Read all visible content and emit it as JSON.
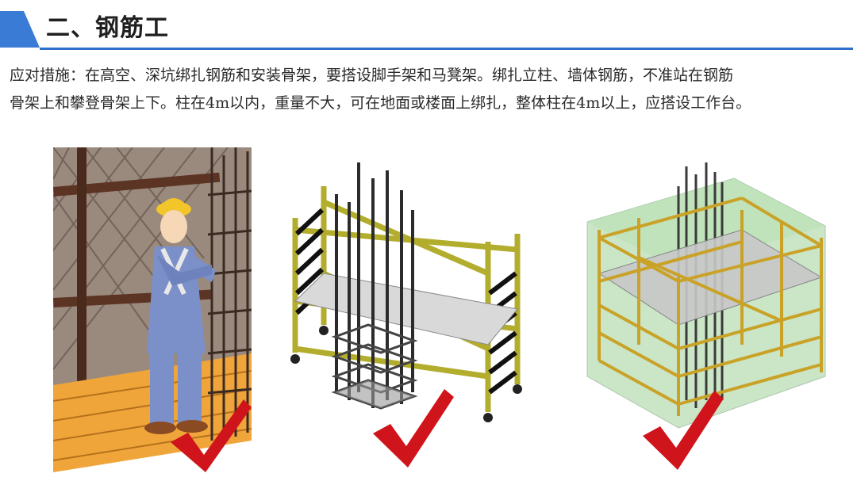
{
  "header": {
    "title": "二、钢筋工",
    "accent_color": "#2e6fc9"
  },
  "body": {
    "line1": "应对措施：在高空、深坑绑扎钢筋和安装骨架，要搭设脚手架和马凳架。绑扎立柱、墙体钢筋，不准站在钢筋",
    "line2": "骨架上和攀登骨架上下。柱在4m以内，重量不大，可在地面或楼面上绑扎，整体柱在4m以上，应搭设工作台。"
  },
  "figures": [
    {
      "icon": "worker-tying-rebar-illustration",
      "mark": "check-mark-icon"
    },
    {
      "icon": "rebar-cage-with-mobile-scaffold-illustration",
      "mark": "check-mark-icon"
    },
    {
      "icon": "column-rebar-with-work-platform-illustration",
      "mark": "check-mark-icon"
    }
  ],
  "colors": {
    "check": "#d0141b",
    "scaffold": "#c9c23a",
    "platform_glass": "#9fd39a"
  }
}
